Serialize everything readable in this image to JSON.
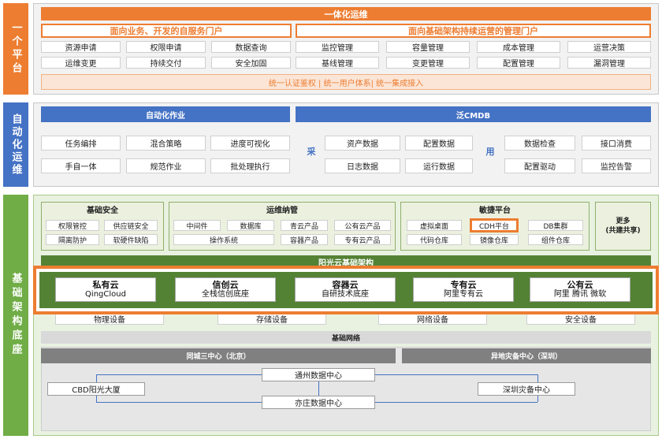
{
  "sidebar": {
    "platform": "一个平台",
    "automation": "自动化运维",
    "infra": "基础架构底座"
  },
  "top": {
    "header": "一体化运维",
    "left_portal": "面向业务、开发的自服务门户",
    "right_portal": "面向基础架构持续运营的管理门户",
    "left_items": [
      "资源申请",
      "权限申请",
      "数据查询",
      "运维变更",
      "持续交付",
      "安全加固"
    ],
    "right_items": [
      "监控管理",
      "容量管理",
      "成本管理",
      "运营决策",
      "基线管理",
      "变更管理",
      "配置管理",
      "漏洞管理"
    ],
    "footer": "统一认证鉴权 | 统一用户体系| 统一集成接入"
  },
  "mid": {
    "automation_header": "自动化作业",
    "cmdb_header": "泛CMDB",
    "auto_items": [
      "任务编排",
      "混合策略",
      "进度可视化",
      "手自一体",
      "规范作业",
      "批处理执行"
    ],
    "collect_label": "采",
    "use_label": "用",
    "cmdb_left": [
      "资产数据",
      "配置数据",
      "日志数据",
      "运行数据"
    ],
    "cmdb_right": [
      "数据检查",
      "接口消费",
      "配置驱动",
      "监控告警"
    ]
  },
  "infra": {
    "security": {
      "title": "基础安全",
      "items": [
        "权限管控",
        "供应链安全",
        "隔离防护",
        "软硬件缺陷"
      ]
    },
    "ops": {
      "title": "运维纳管",
      "items": [
        "中间件",
        "数据库",
        "青云产品",
        "公有云产品",
        "操作系统",
        "容器产品",
        "专有云产品"
      ]
    },
    "agile": {
      "title": "敏捷平台",
      "items": [
        "虚拟桌面",
        "CDH平台",
        "DB集群",
        "代码仓库",
        "镜像仓库",
        "组件仓库"
      ]
    },
    "more": "更多\n(共建共享)",
    "sunshine_bar": "阳光云基础架构",
    "clouds": [
      {
        "title": "私有云",
        "sub": "QingCloud"
      },
      {
        "title": "信创云",
        "sub": "全栈信创底座"
      },
      {
        "title": "容器云",
        "sub": "自研技术底座"
      },
      {
        "title": "专有云",
        "sub": "阿里专有云"
      },
      {
        "title": "公有云",
        "sub": "阿里 腾讯 微软"
      }
    ],
    "devices": [
      "物理设备",
      "存储设备",
      "网络设备",
      "安全设备"
    ],
    "network": "基础网络",
    "dc_left_header": "同城三中心（北京）",
    "dc_right_header": "异地灾备中心（深圳）",
    "dc_nodes": [
      "通州数据中心",
      "CBD阳光大厦",
      "亦庄数据中心",
      "深圳灾备中心"
    ]
  }
}
